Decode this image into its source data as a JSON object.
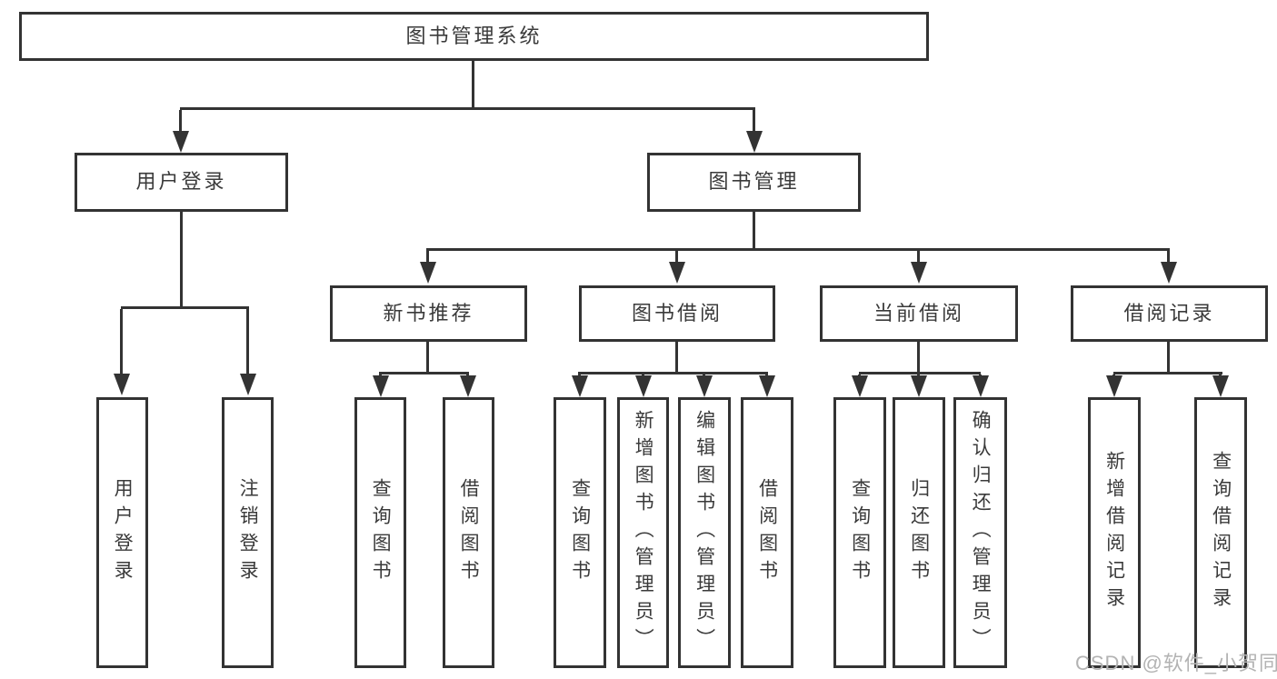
{
  "diagram": {
    "root": "图书管理系统",
    "user_login": {
      "label": "用户登录",
      "children": [
        "用户登录",
        "注销登录"
      ]
    },
    "book_mgmt": {
      "label": "图书管理",
      "groups": [
        {
          "label": "新书推荐",
          "children": [
            "查询图书",
            "借阅图书"
          ]
        },
        {
          "label": "图书借阅",
          "children": [
            "查询图书",
            "新增图书（管理员）",
            "编辑图书（管理员）",
            "借阅图书"
          ]
        },
        {
          "label": "当前借阅",
          "children": [
            "查询图书",
            "归还图书",
            "确认归还（管理员）"
          ]
        },
        {
          "label": "借阅记录",
          "children": [
            "新增借阅记录",
            "查询借阅记录"
          ]
        }
      ]
    },
    "watermark": "CSDN @软件_小贺同学",
    "colors": {
      "line": "#333333",
      "text": "#3a3a3a",
      "watermark": "#b3b3b3",
      "background": "#ffffff"
    }
  }
}
